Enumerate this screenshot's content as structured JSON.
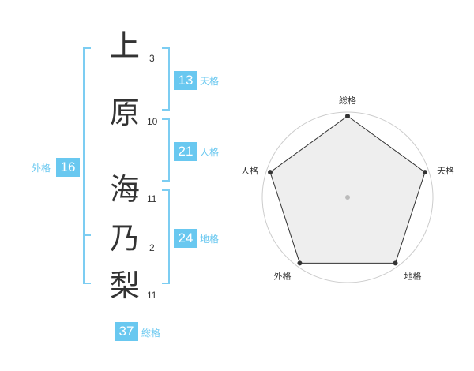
{
  "characters": [
    {
      "char": "上",
      "strokes": "3"
    },
    {
      "char": "原",
      "strokes": "10"
    },
    {
      "char": "海",
      "strokes": "11"
    },
    {
      "char": "乃",
      "strokes": "2"
    },
    {
      "char": "梨",
      "strokes": "11"
    }
  ],
  "ten": {
    "value": "13",
    "label": "天格"
  },
  "jin": {
    "value": "21",
    "label": "人格"
  },
  "chi": {
    "value": "24",
    "label": "地格"
  },
  "gai": {
    "value": "16",
    "label": "外格"
  },
  "so": {
    "value": "37",
    "label": "総格"
  },
  "colors": {
    "accent": "#69c8f0",
    "text": "#333333",
    "radar_fill": "#eeeeee",
    "radar_grid": "#cccccc"
  },
  "radar": {
    "axes": [
      "総格",
      "天格",
      "地格",
      "外格",
      "人格"
    ],
    "levels": 5,
    "values": [
      5,
      5,
      5,
      5,
      5
    ],
    "max": 5
  }
}
